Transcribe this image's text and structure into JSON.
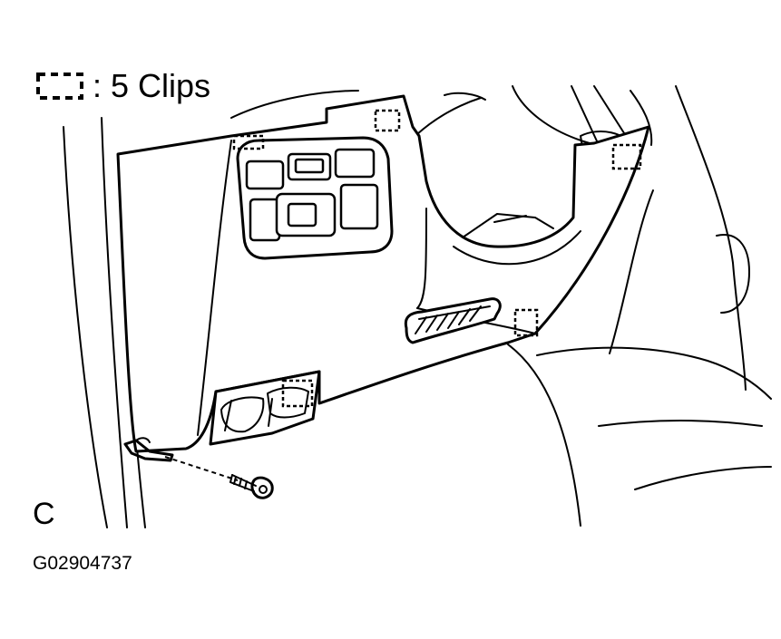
{
  "legend": {
    "icon": "dashed-clip-symbol",
    "text": ": 5 Clips"
  },
  "view_label": "C",
  "figure_id": "G02904737"
}
